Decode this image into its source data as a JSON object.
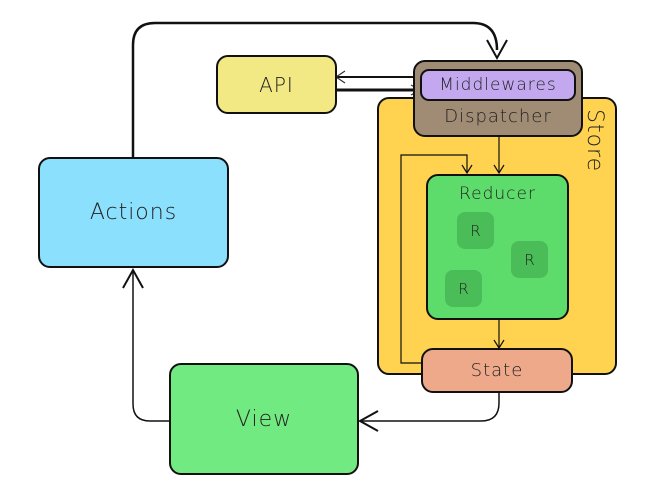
{
  "diagram": {
    "nodes": {
      "api": {
        "label": "API",
        "color": "#f2e884"
      },
      "middlewares": {
        "label": "Middlewares",
        "color": "#c3a8f0"
      },
      "dispatcher": {
        "label": "Dispatcher",
        "color": "#a08c74"
      },
      "store": {
        "label": "Store",
        "color": "#ffd24f"
      },
      "reducer": {
        "label": "Reducer",
        "color": "#5ddc6c"
      },
      "r1": {
        "label": "R"
      },
      "r2": {
        "label": "R"
      },
      "r3": {
        "label": "R"
      },
      "state": {
        "label": "State",
        "color": "#eea88a"
      },
      "actions": {
        "label": "Actions",
        "color": "#8ae0fd"
      },
      "view": {
        "label": "View",
        "color": "#72ea82"
      }
    },
    "edges": [
      {
        "from": "actions",
        "to": "middlewares"
      },
      {
        "from": "middlewares",
        "to": "api"
      },
      {
        "from": "api",
        "to": "middlewares"
      },
      {
        "from": "dispatcher",
        "to": "reducer"
      },
      {
        "from": "state",
        "to": "reducer"
      },
      {
        "from": "reducer",
        "to": "state"
      },
      {
        "from": "state",
        "to": "view"
      },
      {
        "from": "view",
        "to": "actions"
      }
    ]
  }
}
